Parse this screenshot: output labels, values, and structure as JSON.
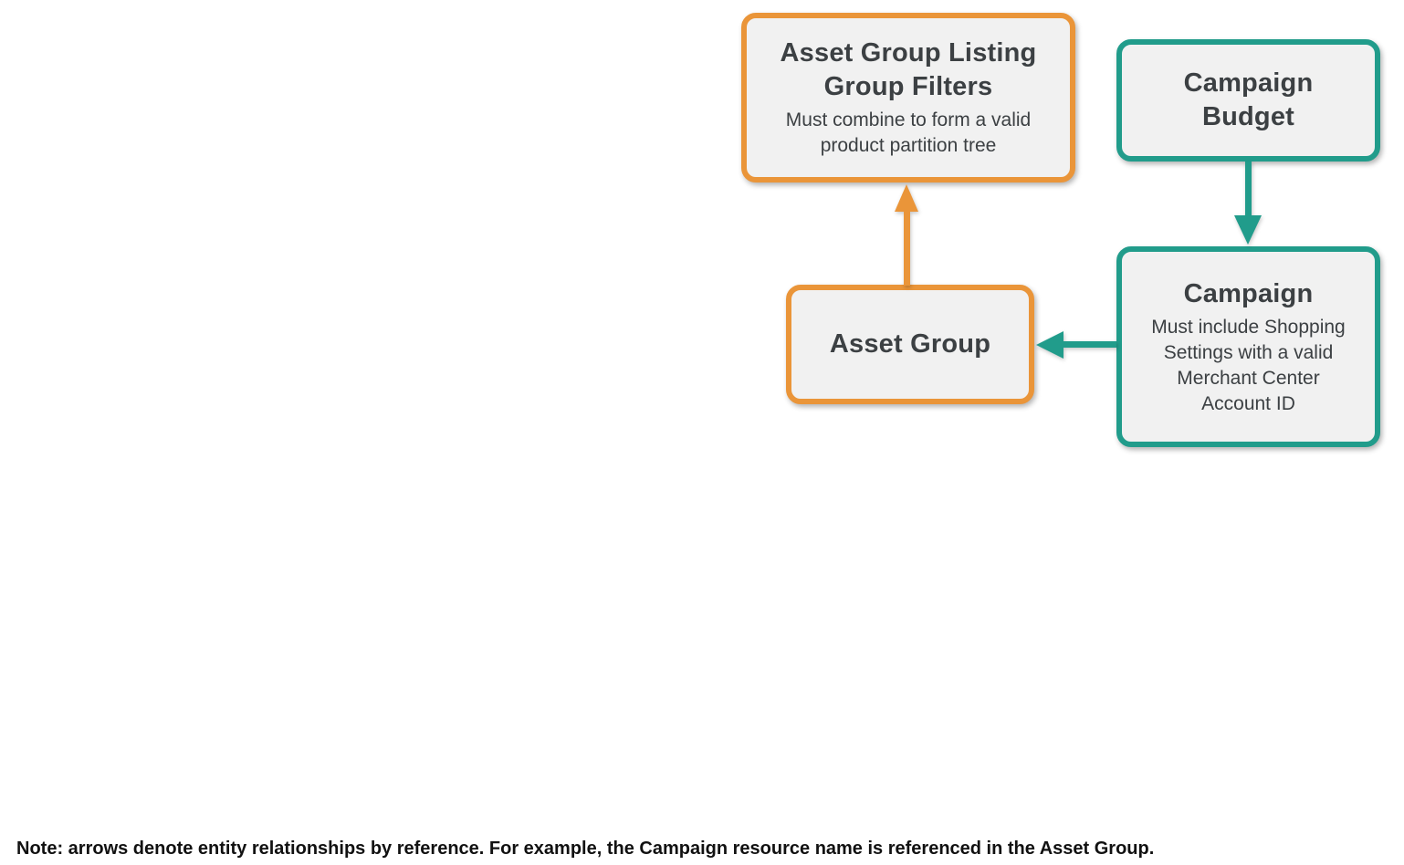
{
  "colors": {
    "orange": "#EA9539",
    "teal": "#219C8B",
    "box_fill": "#F1F1F1",
    "title_text": "#3C4043",
    "note_text": "#111111"
  },
  "diagram": {
    "nodes": [
      {
        "id": "asset-group-listing-group-filters",
        "title": "Asset Group Listing Group Filters",
        "subtitle": "Must combine to form a valid product partition tree",
        "accent": "orange"
      },
      {
        "id": "campaign-budget",
        "title": "Campaign Budget",
        "subtitle": "",
        "accent": "teal"
      },
      {
        "id": "campaign",
        "title": "Campaign",
        "subtitle": "Must include Shopping Settings with a valid Merchant Center Account ID",
        "accent": "teal"
      },
      {
        "id": "asset-group",
        "title": "Asset Group",
        "subtitle": "",
        "accent": "orange"
      }
    ],
    "edges": [
      {
        "from": "asset-group",
        "to": "asset-group-listing-group-filters",
        "color": "orange",
        "direction": "up"
      },
      {
        "from": "campaign-budget",
        "to": "campaign",
        "color": "teal",
        "direction": "down"
      },
      {
        "from": "campaign",
        "to": "asset-group",
        "color": "teal",
        "direction": "left"
      }
    ]
  },
  "note": "Note: arrows denote entity relationships by reference. For example, the Campaign resource name is referenced in the Asset Group."
}
